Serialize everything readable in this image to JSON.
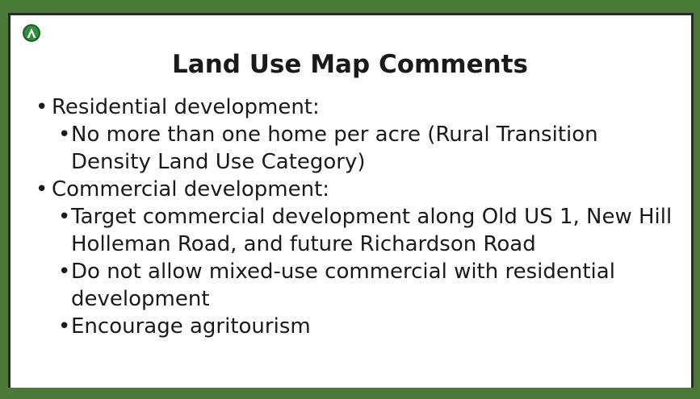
{
  "slide": {
    "logo_icon": "circle-a-logo-icon",
    "title": "Land Use Map Comments",
    "bullets": [
      {
        "level": 1,
        "text": "Residential development:"
      },
      {
        "level": 2,
        "text": "No more than one home per acre (Rural Transition Density Land Use Category)"
      },
      {
        "level": 1,
        "text": "Commercial development:"
      },
      {
        "level": 2,
        "text": "Target commercial development along Old US 1, New Hill Holleman Road, and future Richardson Road"
      },
      {
        "level": 2,
        "text": "Do not allow mixed-use commercial with residential development"
      },
      {
        "level": 2,
        "text": "Encourage agritourism"
      }
    ],
    "bullet_glyph": "•",
    "colors": {
      "frame_green": "#4a7a37",
      "logo_green": "#2f8f3a"
    }
  }
}
